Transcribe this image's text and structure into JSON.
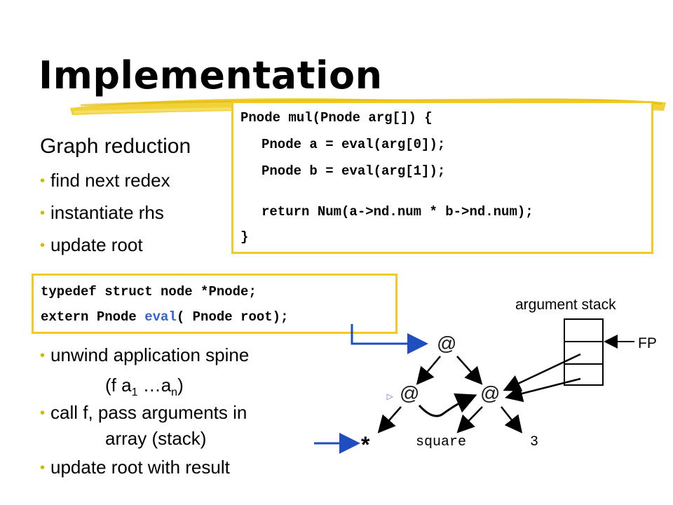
{
  "slide": {
    "title": "Implementation",
    "heading": "Graph reduction",
    "bullets_top": [
      "find next redex",
      "instantiate rhs",
      "update root"
    ],
    "bullets_bottom": [
      {
        "text": "unwind application spine",
        "cont_prefix": "(f a",
        "sub1": "1",
        "cont_mid": " …a",
        "subn": "n",
        "cont_suffix": ")"
      },
      {
        "text": "call f, pass arguments in",
        "cont": "array (stack)"
      },
      {
        "text": "update root with result"
      }
    ]
  },
  "code_mul": {
    "line1": "Pnode mul(Pnode arg[]) {",
    "line2": "Pnode a = eval(arg[0]);",
    "line3": "Pnode b = eval(arg[1]);",
    "line4": "return Num(a->nd.num * b->nd.num);",
    "line5": "}"
  },
  "code_typedef": {
    "line1": "typedef struct node *Pnode;",
    "line2_pre": "extern Pnode ",
    "line2_kw": "eval",
    "line2_post": "( Pnode root);"
  },
  "diagram": {
    "root_node": "@",
    "left_node": "@",
    "right_node": "@",
    "star_leaf": "*",
    "square_leaf": "square",
    "three_leaf": "3",
    "stack_label": "argument stack",
    "fp_label": "FP"
  },
  "colors": {
    "accent_yellow": "#f0cc22",
    "arrow_blue": "#1f4fbf",
    "keyword_blue": "#3366cc"
  }
}
